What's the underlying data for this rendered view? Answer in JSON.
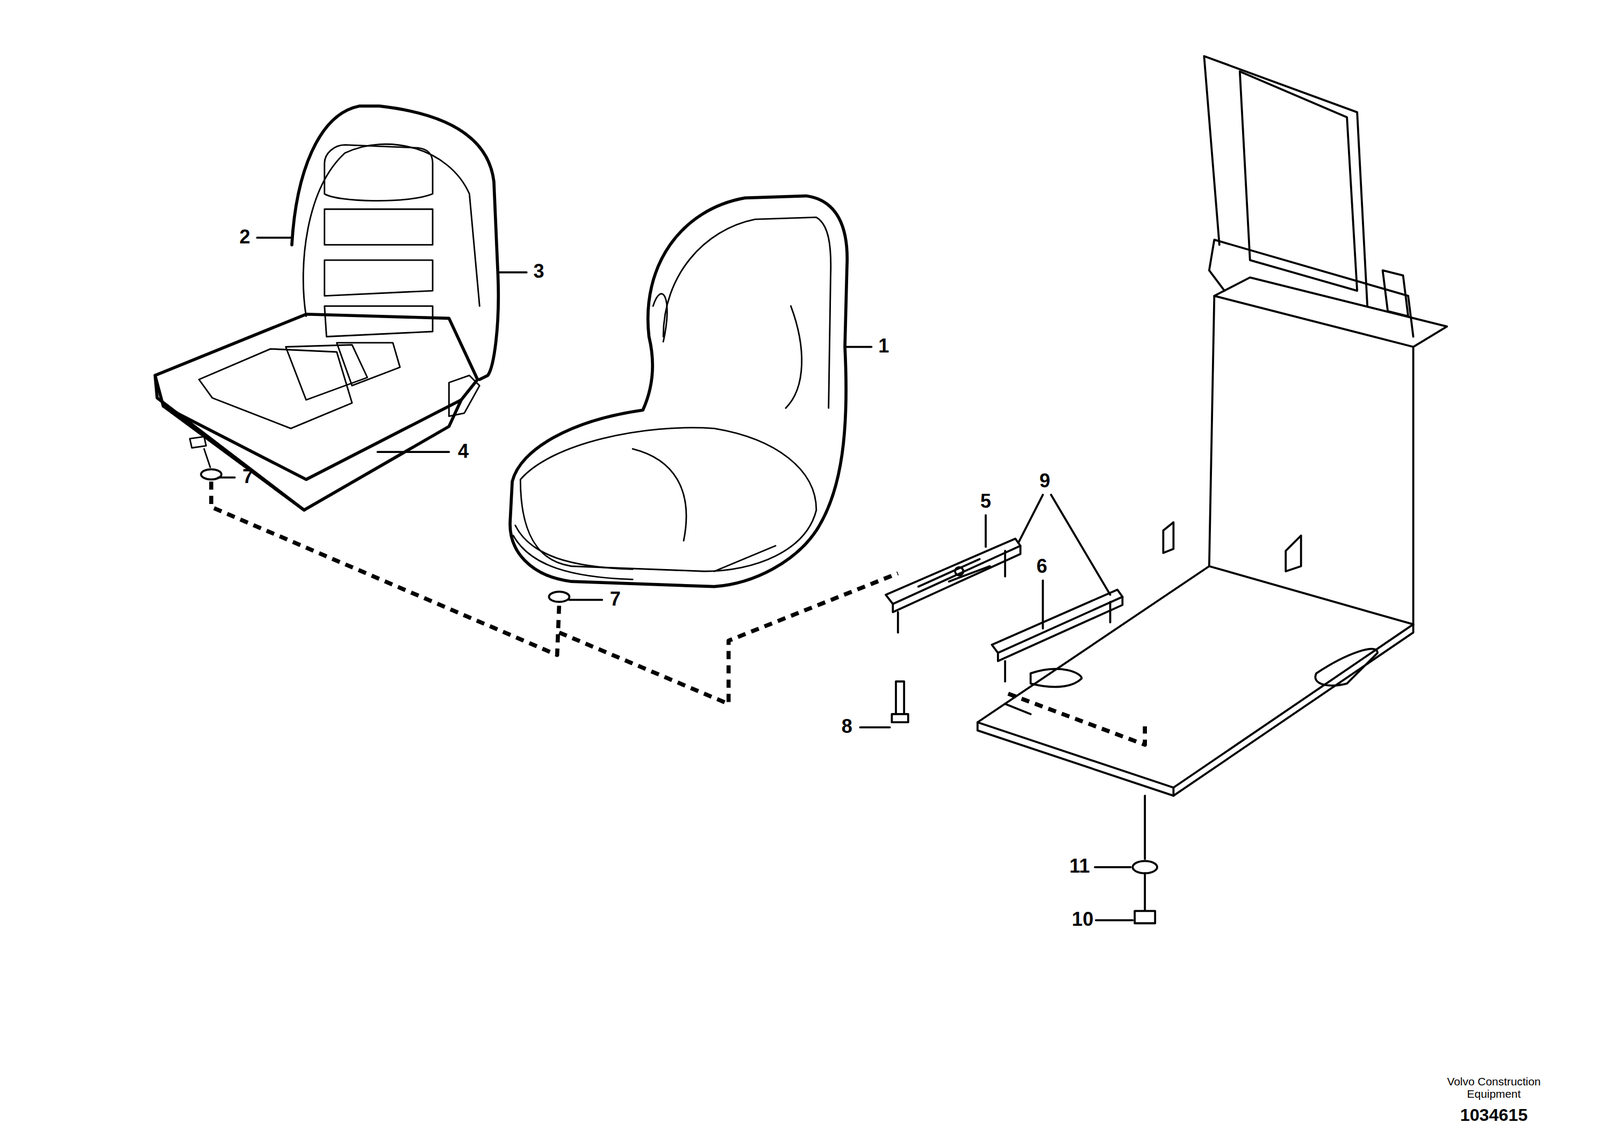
{
  "diagram": {
    "labels": [
      "2",
      "3",
      "1",
      "4",
      "7",
      "7",
      "5",
      "9",
      "6",
      "8",
      "11",
      "10",
      "Volvo Construction Equipment",
      "1034615"
    ]
  }
}
